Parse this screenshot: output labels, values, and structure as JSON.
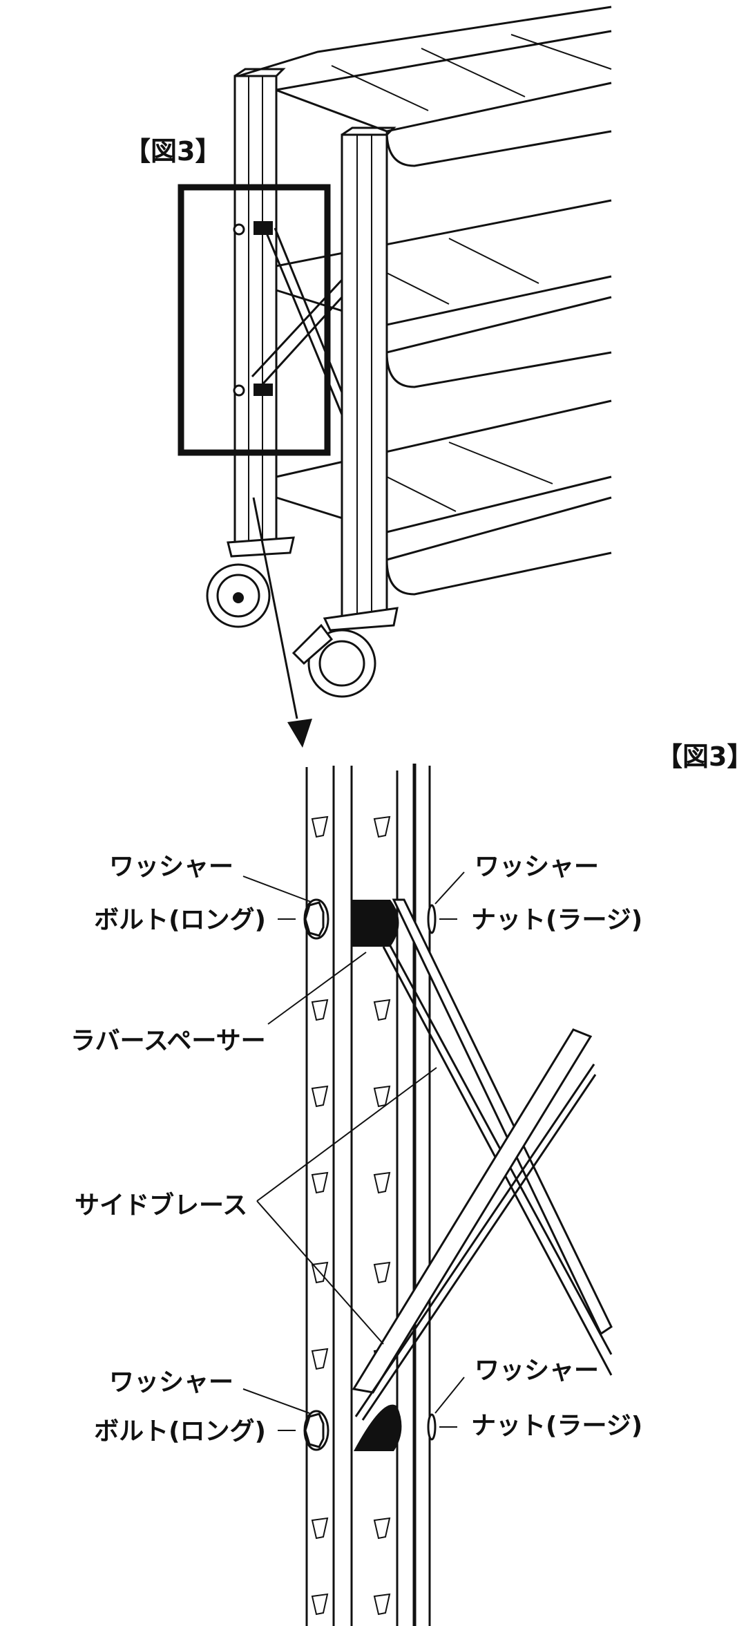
{
  "figure_label_top": "【図3】",
  "figure_label_detail": "【図3】",
  "labels": {
    "washer_left_top": "ワッシャー",
    "bolt_left_top": "ボルト(ロング)",
    "washer_right_top": "ワッシャー",
    "nut_right_top": "ナット(ラージ)",
    "rubber_spacer": "ラバースペーサー",
    "side_brace": "サイドブレース",
    "washer_left_bottom": "ワッシャー",
    "bolt_left_bottom": "ボルト(ロング)",
    "washer_right_bottom": "ワッシャー",
    "nut_right_bottom": "ナット(ラージ)"
  }
}
